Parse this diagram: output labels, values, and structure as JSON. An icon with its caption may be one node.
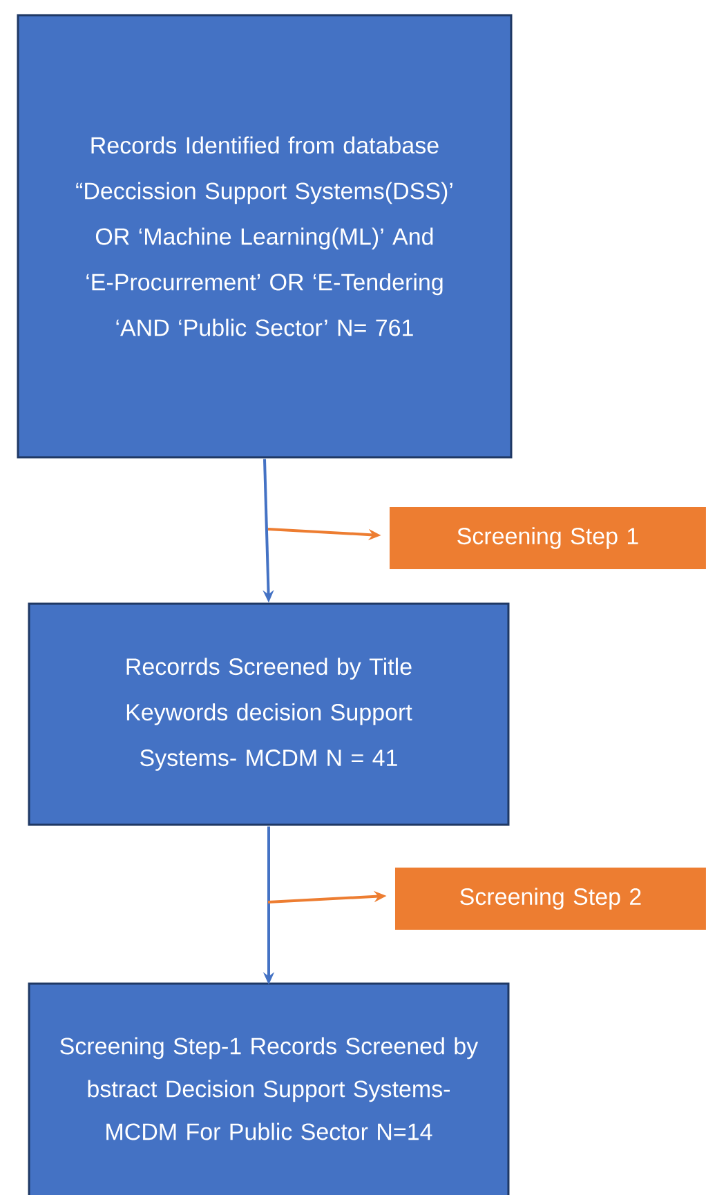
{
  "diagram": {
    "nodes": [
      {
        "text": [
          "Records Identified from database “Deccission Support Systems(DSS)’ OR ‘Machine Learning(ML)’ And ‘E-Procurrement’ OR ‘E-Tendering ‘AND ‘Public Sector’ N= 761"
        ]
      },
      {
        "text": [
          "Screening Step 1"
        ]
      },
      {
        "text": [
          "Recorrds Screened by Title Keywords decision Support Systems- MCDM N = 41"
        ]
      },
      {
        "text": [
          "Screening Step 2"
        ]
      },
      {
        "text": [
          "Screening Step-1 Records Screened by bstract Decision Support Systems-MCDM For Public Sector N=14"
        ]
      }
    ],
    "edges": [
      {
        "from": 0,
        "to": 2,
        "arrow": "to"
      },
      {
        "from": null,
        "to": 1,
        "arrow": "to",
        "color": "#ed7d31"
      },
      {
        "from": 2,
        "to": 4,
        "arrow": "to"
      },
      {
        "from": null,
        "to": 3,
        "arrow": "to",
        "color": "#ed7d31"
      }
    ]
  }
}
